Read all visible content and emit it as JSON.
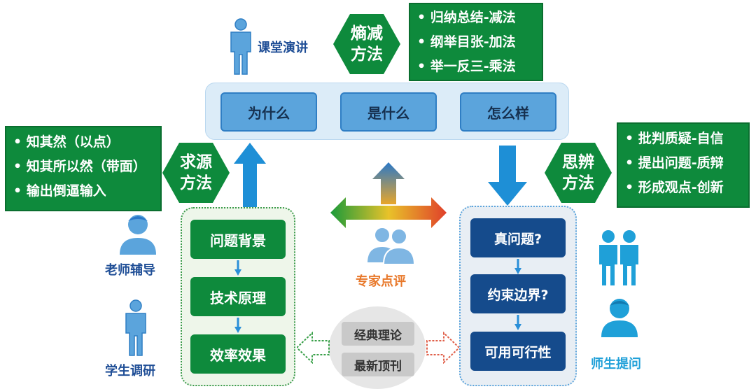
{
  "top_green_box": {
    "items": [
      "归纳总结-减法",
      "纲举目张-加法",
      "举一反三-乘法"
    ]
  },
  "left_green_box": {
    "items": [
      "知其然（以点）",
      "知其所以然（带面）",
      "输出倒逼输入"
    ]
  },
  "right_green_box": {
    "items": [
      "批判质疑-自信",
      "提出问题-质辩",
      "形成观点-创新"
    ]
  },
  "hexagons": {
    "top": {
      "line1": "熵减",
      "line2": "方法"
    },
    "left": {
      "line1": "求源",
      "line2": "方法"
    },
    "right": {
      "line1": "思辨",
      "line2": "方法"
    }
  },
  "top_bar": {
    "items": [
      "为什么",
      "是什么",
      "怎么样"
    ]
  },
  "left_column": {
    "items": [
      "问题背景",
      "技术原理",
      "效率效果"
    ]
  },
  "right_column": {
    "items": [
      "真问题?",
      "约束边界?",
      "可用可行性"
    ]
  },
  "center_circle": {
    "items": [
      "经典理论",
      "最新顶刊"
    ]
  },
  "labels": {
    "lecture": "课堂演讲",
    "teacher_guidance": "老师辅导",
    "student_research": "学生调研",
    "expert_review": "专家点评",
    "teacher_student_question": "师生提问"
  },
  "colors": {
    "green": "#0e8a3c",
    "blue": "#5ba4dc",
    "navy": "#154b8c",
    "orange": "#e8782a",
    "label_blue": "#1f4e96",
    "cyan_label": "#1fa0d8"
  },
  "icons": [
    "person-icon",
    "teacher-icon",
    "student-icon",
    "experts-icon",
    "two-people-icon",
    "questioner-icon"
  ]
}
